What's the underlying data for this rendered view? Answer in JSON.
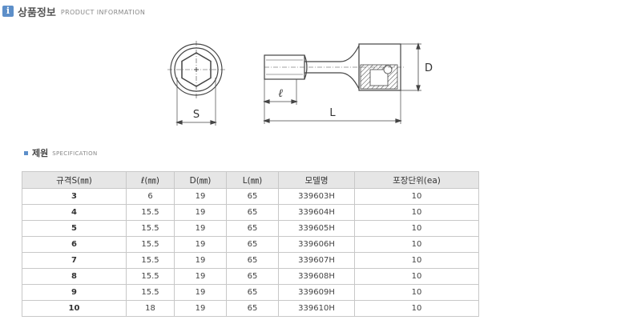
{
  "header": {
    "icon": "info-icon",
    "title_ko": "상품정보",
    "title_en": "PRODUCT INFORMATION"
  },
  "drawing": {
    "label_s": "S",
    "label_l_small": "ℓ",
    "label_L": "L",
    "label_D": "D"
  },
  "spec": {
    "title_ko": "제원",
    "title_en": "SPECIFICATION",
    "columns": [
      "규격S(㎜)",
      "ℓ(㎜)",
      "D(㎜)",
      "L(㎜)",
      "모델명",
      "포장단위(ea)"
    ],
    "rows": [
      [
        "3",
        "6",
        "19",
        "65",
        "339603H",
        "10"
      ],
      [
        "4",
        "15.5",
        "19",
        "65",
        "339604H",
        "10"
      ],
      [
        "5",
        "15.5",
        "19",
        "65",
        "339605H",
        "10"
      ],
      [
        "6",
        "15.5",
        "19",
        "65",
        "339606H",
        "10"
      ],
      [
        "7",
        "15.5",
        "19",
        "65",
        "339607H",
        "10"
      ],
      [
        "8",
        "15.5",
        "19",
        "65",
        "339608H",
        "10"
      ],
      [
        "9",
        "15.5",
        "19",
        "65",
        "339609H",
        "10"
      ],
      [
        "10",
        "18",
        "19",
        "65",
        "339610H",
        "10"
      ]
    ]
  }
}
